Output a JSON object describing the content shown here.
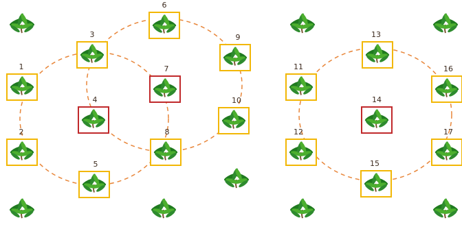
{
  "diagram": {
    "colors": {
      "background": "#ffffff",
      "selected_frame": "#f2b705",
      "highlight_frame": "#c0292b",
      "dashed_ring": "#e8863a",
      "label_text": "#3d2b1f",
      "leaf_dark": "#1f7a1f",
      "leaf_light": "#4caf2e",
      "trunk": "#7a5230"
    },
    "icon_name": "palm-plant-icon",
    "numbered_plants": [
      {
        "label": "1",
        "frame": "selected"
      },
      {
        "label": "2",
        "frame": "selected"
      },
      {
        "label": "3",
        "frame": "selected"
      },
      {
        "label": "4",
        "frame": "highlighted"
      },
      {
        "label": "5",
        "frame": "selected"
      },
      {
        "label": "6",
        "frame": "selected"
      },
      {
        "label": "7",
        "frame": "highlighted"
      },
      {
        "label": "8",
        "frame": "selected"
      },
      {
        "label": "9",
        "frame": "selected"
      },
      {
        "label": "10",
        "frame": "selected"
      },
      {
        "label": "11",
        "frame": "selected"
      },
      {
        "label": "12",
        "frame": "selected"
      },
      {
        "label": "13",
        "frame": "selected"
      },
      {
        "label": "14",
        "frame": "highlighted"
      },
      {
        "label": "15",
        "frame": "selected"
      },
      {
        "label": "16",
        "frame": "selected"
      },
      {
        "label": "17",
        "frame": "selected"
      }
    ],
    "unframed_plant_count": 8,
    "dashed_ring_count": 3
  }
}
